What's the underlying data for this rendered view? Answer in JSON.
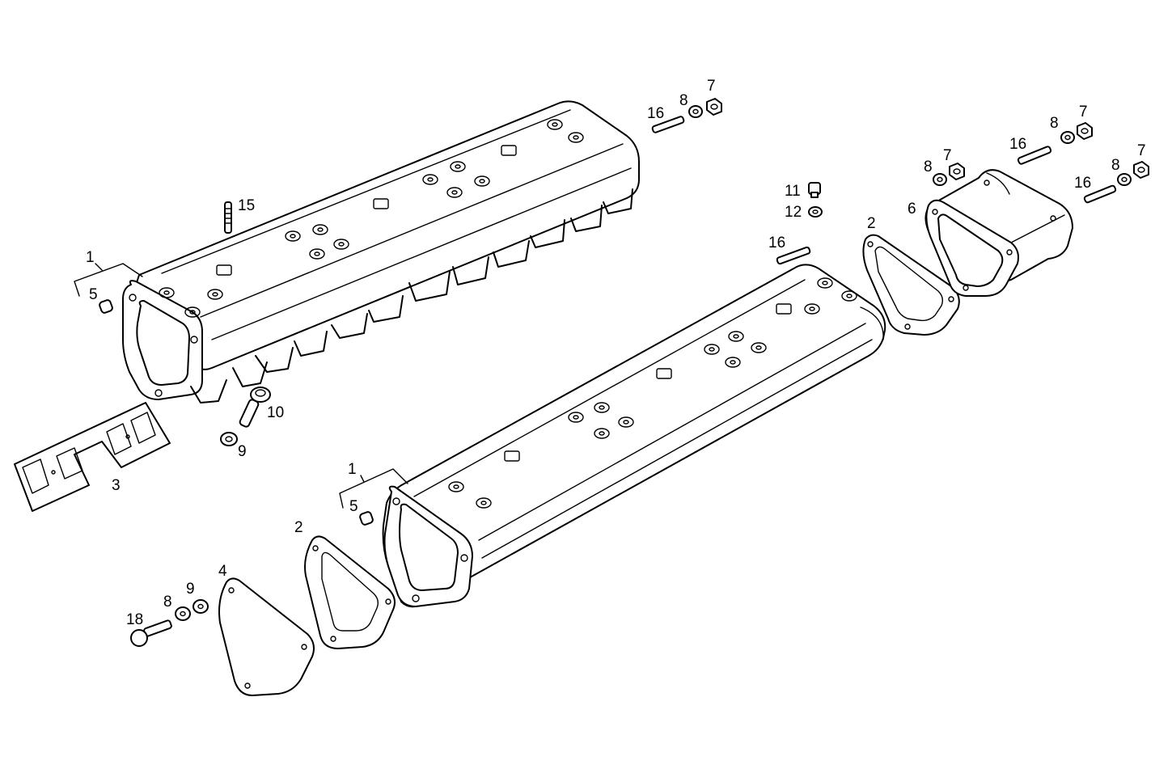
{
  "diagram": {
    "callouts": {
      "c1_upper": "1",
      "c5_upper": "5",
      "c15": "15",
      "c16_upper": "16",
      "c8_upper": "8",
      "c7_upper": "7",
      "c10": "10",
      "c9_upper": "9",
      "c3": "3",
      "c11": "11",
      "c12": "12",
      "c16_mid": "16",
      "c2_right": "2",
      "c6": "6",
      "c8_r1": "8",
      "c7_r1": "7",
      "c16_r1": "16",
      "c8_r2": "8",
      "c7_r2": "7",
      "c16_r2": "16",
      "c8_r3": "8",
      "c7_r3": "7",
      "c1_lower": "1",
      "c5_lower": "5",
      "c2_left": "2",
      "c4": "4",
      "c18": "18",
      "c8_lower": "8",
      "c9_lower": "9"
    }
  }
}
